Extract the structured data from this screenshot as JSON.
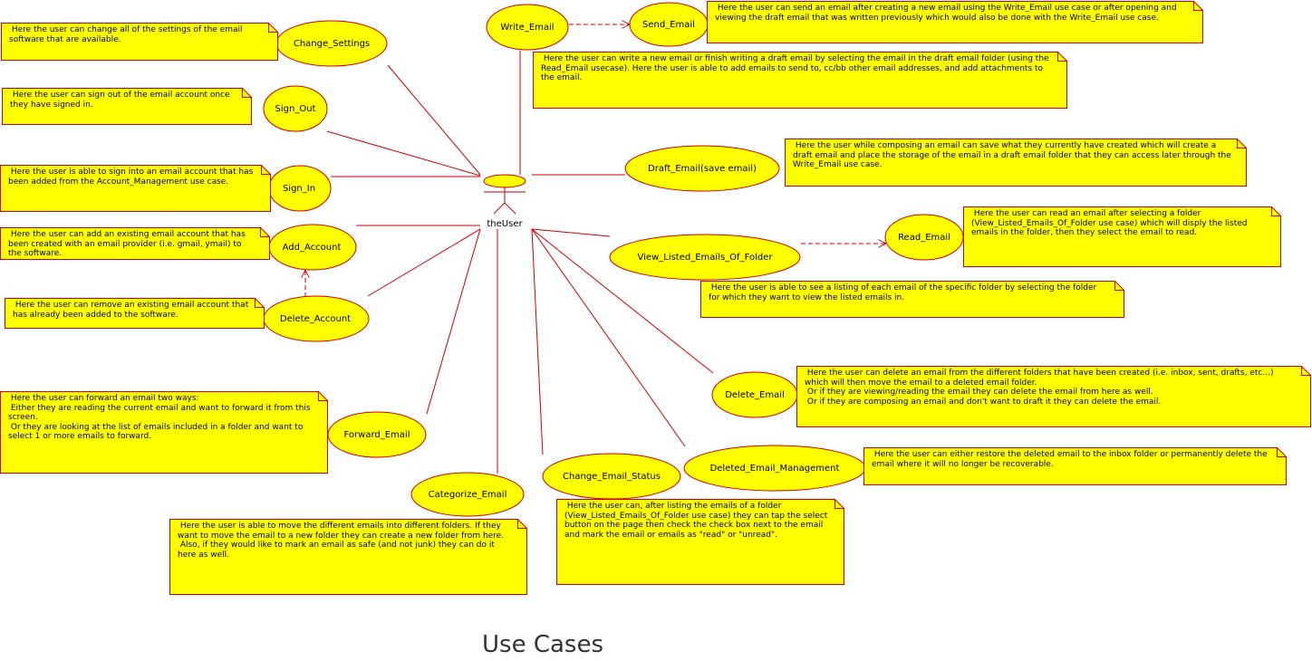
{
  "title": "Use Cases",
  "colors": {
    "fill": "#ffff00",
    "stroke": "#cc0000",
    "title": "#333333"
  },
  "actor": {
    "name": "theUser"
  },
  "use_cases": {
    "write_email": "Write_Email",
    "send_email": "Send_Email",
    "change_settings": "Change_Settings",
    "sign_out": "Sign_Out",
    "sign_in": "Sign_In",
    "add_account": "Add_Account",
    "delete_account": "Delete_Account",
    "draft_email": "Draft_Email(save email)",
    "view_listed": "View_Listed_Emails_Of_Folder",
    "read_email": "Read_Email",
    "delete_email": "Delete_Email",
    "forward_email": "Forward_Email",
    "categorize_email": "Categorize_Email",
    "change_status": "Change_Email_Status",
    "deleted_mgmt": "Deleted_Email_Management"
  },
  "notes": {
    "send_email": " Here the user can send an email after creating a new email using the Write_Email use case or after opening and\nviewing the draft email that was written previously which would also be done with the Write_Email use case.",
    "write_email": " Here the user can write a new email or finish writing a draft email by selecting the email in the draft email folder (using the\nRead_Email usecase). Here the user is able to add emails to send to, cc/bb other email addresses, and add attachments to\nthe email.",
    "change_settings": " Here the user can change all of the settings of the email\nsoftware that are available.",
    "sign_out": " Here the user can sign out of the email account once\nthey have signed in.",
    "sign_in": " Here the user is able to sign into an email account that has\nbeen added from the Account_Management use case.",
    "add_account": " Here the user can add an existing email account that has\nbeen created with an email provider (i.e. gmail, ymail) to\nthe software.",
    "delete_account": " Here the user can remove an existing email account that\nhas already been added to the software.",
    "draft_email": " Here the user while composing an email can save what they currently have created which will create a\ndraft email and place the storage of the email in a draft email folder that they can access later through the\nWrite_Email use case.",
    "read_email": " Here the user can read an email after selecting a folder\n(View_Listed_Emails_Of_Folder use case) which will disply the listed\nemails in the folder, then they select the email to read.",
    "view_listed": " Here the user is able to see a listing of each email of the specific folder by selecting the folder\nfor which they want to view the listed emails in.",
    "delete_email": " Here the user can delete an email from the different folders that have been created (i.e. inbox, sent, drafts, etc...)\nwhich will then move the email to a deleted email folder.\n Or if they are viewing/reading the email they can delete the email from here as well.\n Or if they are composing an email and don't want to draft it they can delete the email.",
    "forward_email": " Here the user can forward an email two ways:\n Either they are reading the current email and want to forward it from this\nscreen.\n Or they are looking at the list of emails included in a folder and want to\nselect 1 or more emails to forward.",
    "deleted_mgmt": " Here the user can either restore the deleted email to the inbox folder or permanently delete the\nemail where it will no longer be recoverable.",
    "change_status": " Here the user can, after listing the emails of a folder\n(View_Listed_Emails_Of_Folder use case) they can tap the select\nbutton on the page then check the check box next to the email\nand mark the email or emails as \"read\" or \"unread\".",
    "categorize_email": " Here the user is able to move the different emails into different folders. If they\nwant to move the email to a new folder they can create a new folder from here.\n Also, if they would like to mark an email as safe (and not junk) they can do it\nhere as well."
  }
}
